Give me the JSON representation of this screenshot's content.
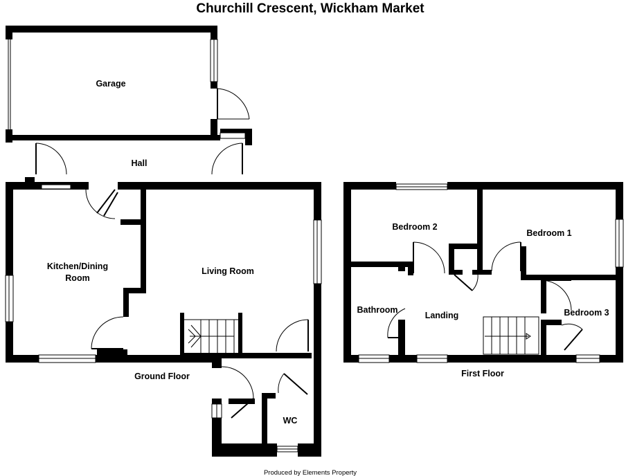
{
  "title": "Churchill Crescent, Wickham Market",
  "rooms": {
    "garage": "Garage",
    "hall": "Hall",
    "kitchen_line1": "Kitchen/Dining",
    "kitchen_line2": "Room",
    "living": "Living Room",
    "wc": "WC",
    "bedroom1": "Bedroom 1",
    "bedroom2": "Bedroom 2",
    "bedroom3": "Bedroom 3",
    "bathroom": "Bathroom",
    "landing": "Landing"
  },
  "floors": {
    "ground": "Ground Floor",
    "first": "First Floor"
  },
  "credit": "Produced by Elements Property"
}
